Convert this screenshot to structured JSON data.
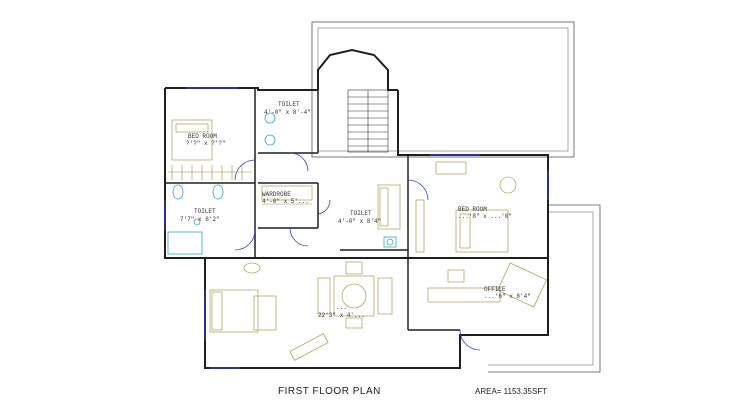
{
  "drawing": {
    "title": "FIRST FLOOR PLAN",
    "area": "AREA= 1153.35SFT"
  },
  "rooms": {
    "bed_room_1": {
      "name": "BED ROOM",
      "size": "?'?\" x ?'?\""
    },
    "toilet_1": {
      "name": "TOILET",
      "size": "4'-0\" x 8'-4\""
    },
    "toilet_2": {
      "name": "TOILET",
      "size": "7'7\" x 6'2\""
    },
    "wardrobe": {
      "name": "WARDROBE",
      "size": "4'-0\" x 5'..."
    },
    "toilet_3": {
      "name": "TOILET",
      "size": "4'-0\" x 8'4\""
    },
    "bed_room_2": {
      "name": "BED ROOM",
      "size": "...'8\" x ...'0\""
    },
    "office": {
      "name": "OFFICE",
      "size": "...'6\" x 8'4\""
    },
    "living": {
      "name": "...",
      "size": "22'3\" x 4'..."
    }
  },
  "colors": {
    "walls": "#1f1f1f",
    "furniture": "#a08a3c",
    "fixtures": "#2fa7c4",
    "doors": "#3040c8",
    "text": "#333333"
  }
}
